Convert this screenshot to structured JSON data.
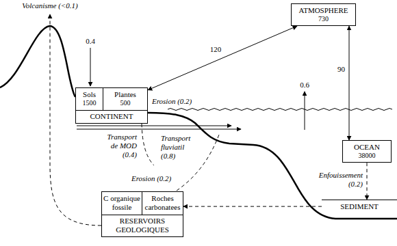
{
  "diagram": {
    "nodes": [
      {
        "text": [
          "ATMOSPHERE",
          "730"
        ]
      },
      {
        "text": [
          "CONTINENT"
        ]
      },
      {
        "text": [
          "Sols",
          "1500"
        ],
        "in": 1
      },
      {
        "text": [
          "Plantes",
          "500"
        ],
        "in": 1
      },
      {
        "text": [
          "OCEAN",
          "38000"
        ]
      },
      {
        "text": [
          "SEDIMENT"
        ]
      },
      {
        "text": [
          "RESERVOIRS GEOLOGIQUES"
        ]
      },
      {
        "text": [
          "C organique fossile"
        ],
        "in": 6
      },
      {
        "text": [
          "Roches carbonatees"
        ],
        "in": 6
      }
    ],
    "edges": [
      {
        "from": 0,
        "to": 1,
        "arrow": "both",
        "label": "120"
      },
      {
        "from": 0,
        "to": 4,
        "arrow": "both",
        "label": "90"
      },
      {
        "from": 4,
        "to": 5,
        "arrow": "to",
        "label": "Enfouissement (0.2)"
      },
      {
        "from": 5,
        "to": 6,
        "arrow": "to"
      }
    ],
    "labels": [
      "Volcanisme (<0.1)",
      "0.4",
      "0.6",
      "Erosion (0.2)",
      "Transport de MOD (0.4)",
      "Transport fluviatil (0.8)",
      "Erosion (0.2)"
    ]
  }
}
